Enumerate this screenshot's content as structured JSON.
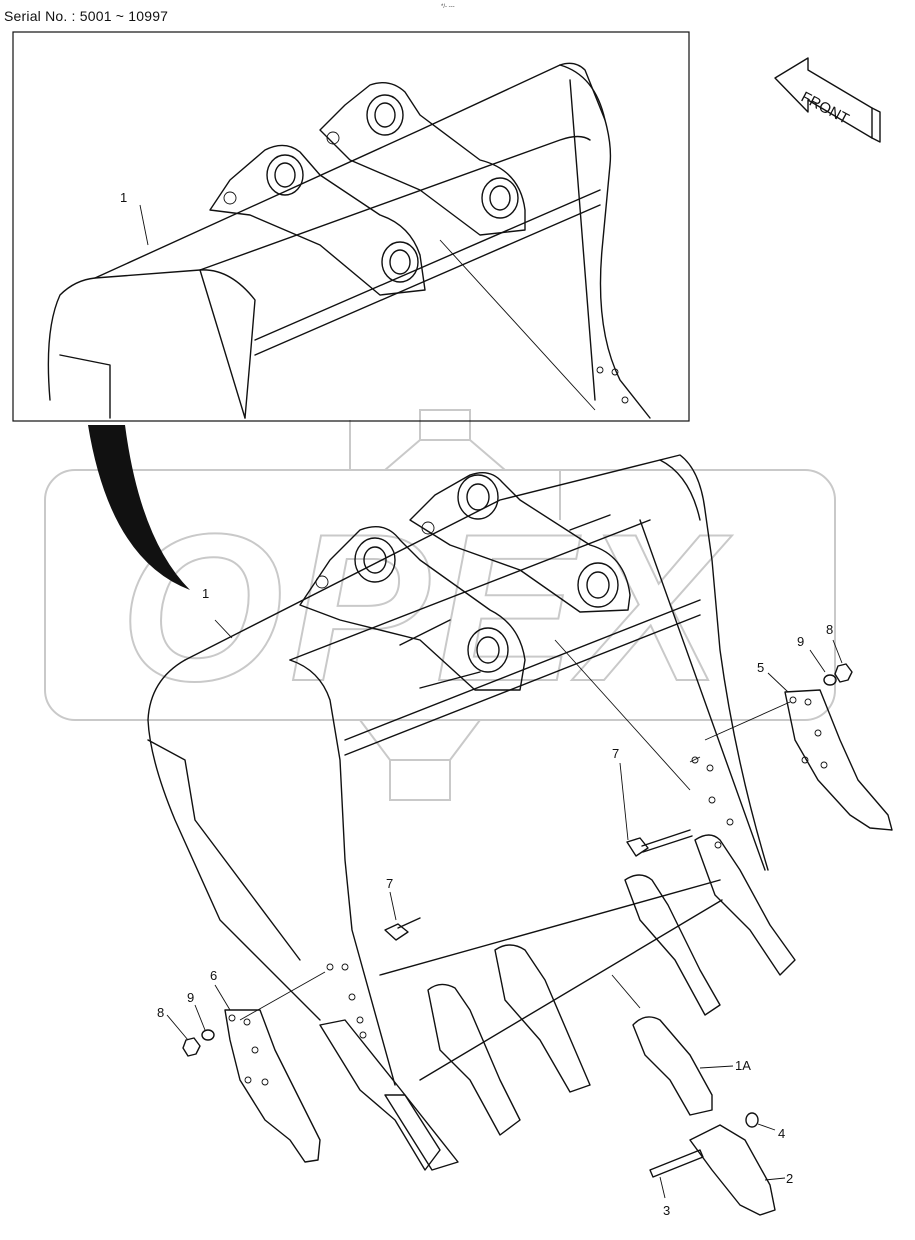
{
  "header": {
    "serial": "Serial No. : 5001 ~ 10997",
    "tiny_mark": "*/- ---"
  },
  "front_label": "FRONT",
  "watermark": "OPEX",
  "callouts": {
    "inset_1": "1",
    "main_1": "1",
    "c1A": "1A",
    "c2": "2",
    "c3": "3",
    "c4": "4",
    "c5": "5",
    "c6": "6",
    "c7a": "7",
    "c7b": "7",
    "c8a": "8",
    "c8b": "8",
    "c9a": "9",
    "c9b": "9"
  },
  "parts": [
    "bucket",
    "tooth-adapter",
    "tooth-point",
    "pin",
    "lock-ring",
    "side-cutter-right",
    "side-cutter-left",
    "bolt",
    "nut",
    "washer"
  ]
}
